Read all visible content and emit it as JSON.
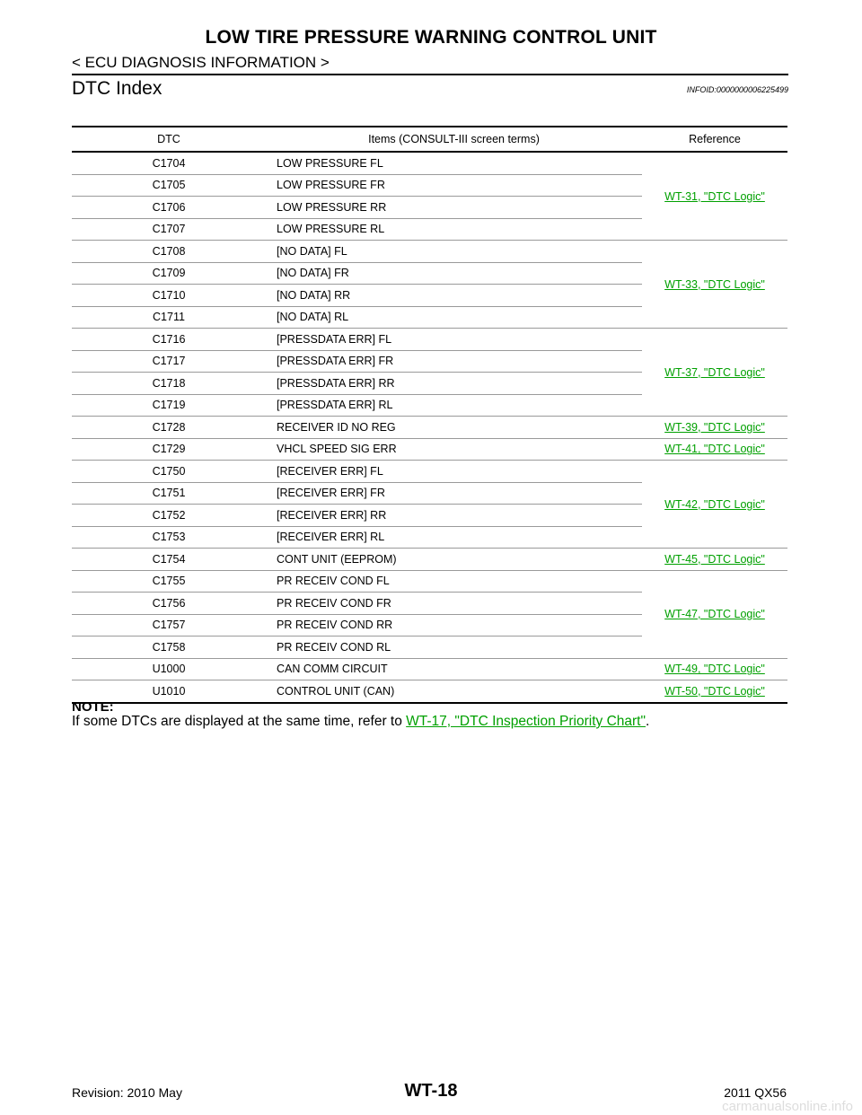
{
  "header": {
    "title": "LOW TIRE PRESSURE WARNING CONTROL UNIT",
    "breadcrumb": "< ECU DIAGNOSIS INFORMATION >"
  },
  "section": {
    "title": "DTC Index",
    "infoid": "INFOID:0000000006225499"
  },
  "table": {
    "headers": [
      "DTC",
      "Items (CONSULT-III screen terms)",
      "Reference"
    ],
    "rows": [
      {
        "dtc": "C1704",
        "item": "LOW PRESSURE FL"
      },
      {
        "dtc": "C1705",
        "item": "LOW PRESSURE FR"
      },
      {
        "dtc": "C1706",
        "item": "LOW PRESSURE RR"
      },
      {
        "dtc": "C1707",
        "item": "LOW PRESSURE RL"
      },
      {
        "dtc": "C1708",
        "item": "[NO DATA] FL"
      },
      {
        "dtc": "C1709",
        "item": "[NO DATA] FR"
      },
      {
        "dtc": "C1710",
        "item": "[NO DATA] RR"
      },
      {
        "dtc": "C1711",
        "item": "[NO DATA] RL"
      },
      {
        "dtc": "C1716",
        "item": "[PRESSDATA ERR] FL"
      },
      {
        "dtc": "C1717",
        "item": "[PRESSDATA ERR] FR"
      },
      {
        "dtc": "C1718",
        "item": "[PRESSDATA ERR] RR"
      },
      {
        "dtc": "C1719",
        "item": "[PRESSDATA ERR] RL"
      },
      {
        "dtc": "C1728",
        "item": "RECEIVER ID NO REG"
      },
      {
        "dtc": "C1729",
        "item": "VHCL SPEED SIG ERR"
      },
      {
        "dtc": "C1750",
        "item": "[RECEIVER ERR] FL"
      },
      {
        "dtc": "C1751",
        "item": "[RECEIVER ERR] FR"
      },
      {
        "dtc": "C1752",
        "item": "[RECEIVER ERR] RR"
      },
      {
        "dtc": "C1753",
        "item": "[RECEIVER ERR] RL"
      },
      {
        "dtc": "C1754",
        "item": "CONT UNIT (EEPROM)"
      },
      {
        "dtc": "C1755",
        "item": "PR RECEIV COND FL"
      },
      {
        "dtc": "C1756",
        "item": "PR RECEIV COND FR"
      },
      {
        "dtc": "C1757",
        "item": "PR RECEIV COND RR"
      },
      {
        "dtc": "C1758",
        "item": "PR RECEIV COND RL"
      },
      {
        "dtc": "U1000",
        "item": "CAN COMM CIRCUIT"
      },
      {
        "dtc": "U1010",
        "item": "CONTROL UNIT (CAN)"
      }
    ],
    "references": [
      "WT-31, \"DTC Logic\"",
      "WT-33, \"DTC Logic\"",
      "WT-37, \"DTC Logic\"",
      "WT-39, \"DTC Logic\"",
      "WT-41, \"DTC Logic\"",
      "WT-42, \"DTC Logic\"",
      "WT-45, \"DTC Logic\"",
      "WT-47, \"DTC Logic\"",
      "WT-49, \"DTC Logic\"",
      "WT-50, \"DTC Logic\""
    ],
    "link_color": "#00a000"
  },
  "note": {
    "heading": "NOTE:",
    "text": "If some DTCs are displayed at the same time, refer to ",
    "link": "WT-17, \"DTC Inspection Priority Chart\"",
    "end": "."
  },
  "footer": {
    "page": "WT-18",
    "revision": "Revision: 2010 May",
    "model": "2011 QX56",
    "watermark": "carmanualsonline.info"
  }
}
